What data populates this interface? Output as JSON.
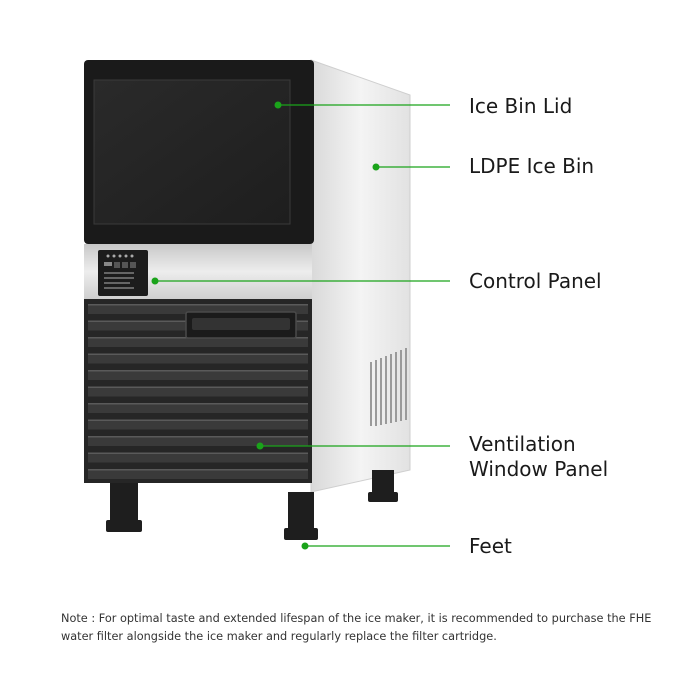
{
  "labels": {
    "ice_bin_lid": "Ice Bin Lid",
    "ldpe_ice_bin": "LDPE Ice Bin",
    "control_panel": "Control Panel",
    "ventilation_line1": "Ventilation",
    "ventilation_line2": "Window Panel",
    "feet": "Feet"
  },
  "note": "Note : For optimal taste and extended lifespan of the ice maker, it is recommended to purchase the FHE water filter alongside the ice maker and regularly replace the filter cartridge.",
  "colors": {
    "leader_line": "#1aa31a",
    "cabinet_dark": "#2b2b2b",
    "steel": "#e6e6e6",
    "background": "#ffffff"
  }
}
